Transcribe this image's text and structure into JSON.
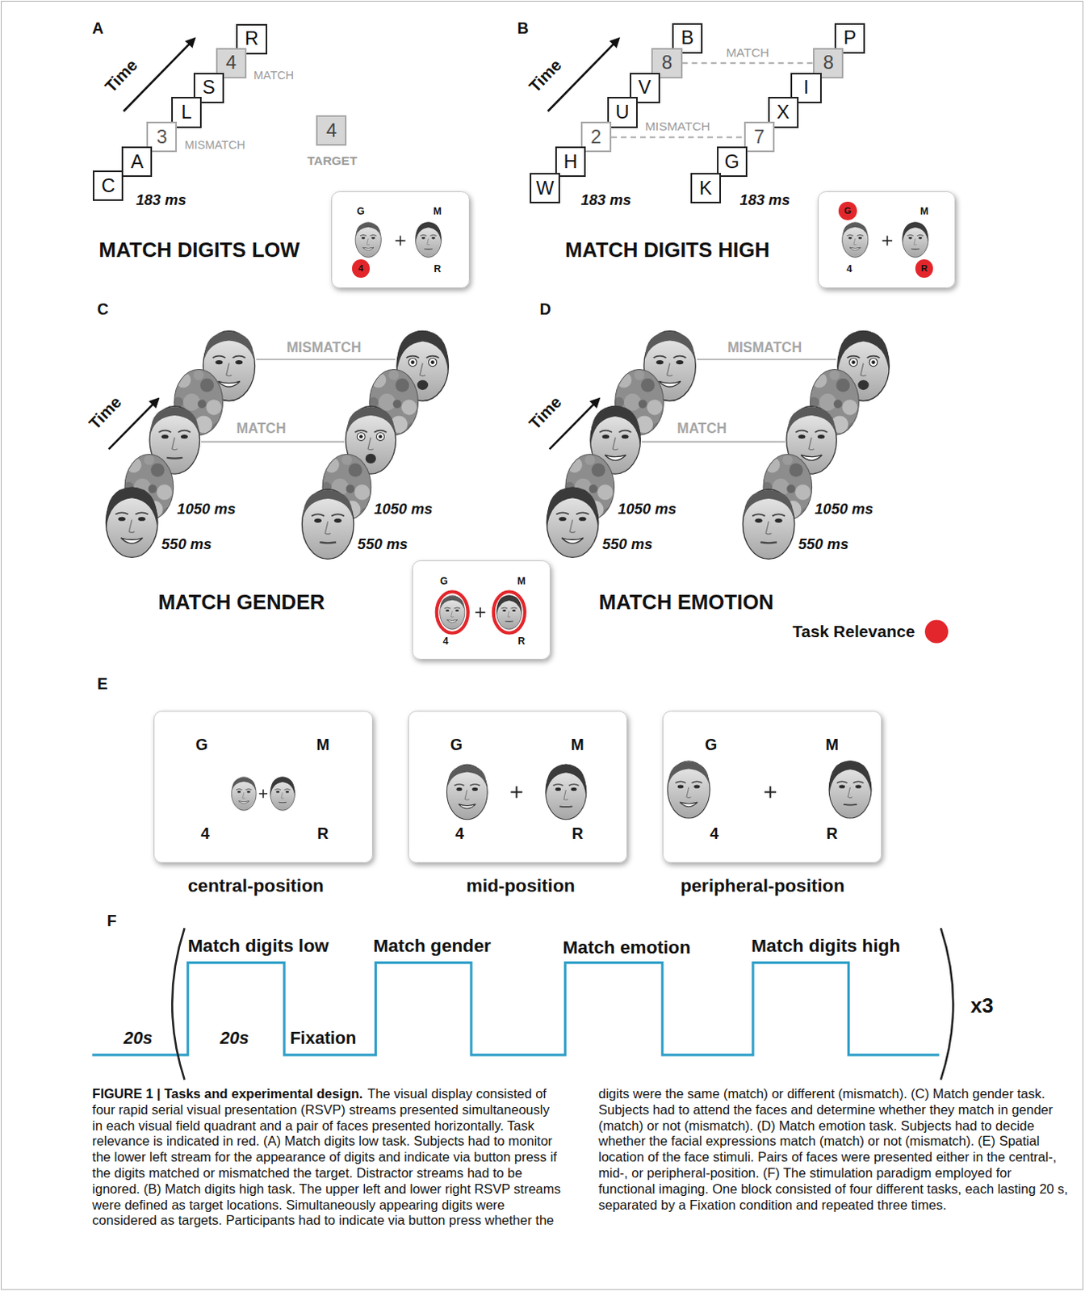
{
  "diagram": {
    "title": "FIGURE 1 | Tasks and experimental design.",
    "caption": "The visual display consisted of four rapid serial visual presentation (RSVP) streams presented simultaneously in each visual field quadrant and a pair of faces presented horizontally. Task relevance is indicated in red. (A) Match digits low task. Subjects had to monitor the lower left stream for the appearance of digits and indicate via button press if the digits matched or mismatched the target. Distractor streams had to be ignored. (B) Match digits high task. The upper left and lower right RSVP streams were defined as target locations. Simultaneously appearing digits were considered as targets. Participants had to indicate via button press whether the digits were the same (match) or different (mismatch). (C) Match gender task. Subjects had to attend the faces and determine whether they match in gender (match) or not (mismatch). (D) Match emotion task. Subjects had to decide whether the facial expressions match (match) or not (mismatch). (E) Spatial location of the face stimuli. Pairs of faces were presented either in the central-, mid-, or peripheral-position. (F) The stimulation paradigm employed for functional imaging. One block consisted of four different tasks, each lasting 20 s, separated by a Fixation condition and repeated three times.",
    "nodes": [
      {
        "text": [
          "C"
        ]
      },
      {
        "text": [
          "A"
        ]
      },
      {
        "text": [
          "3"
        ]
      },
      {
        "text": [
          "L"
        ]
      },
      {
        "text": [
          "S"
        ]
      },
      {
        "text": [
          "4"
        ]
      },
      {
        "text": [
          "R"
        ]
      },
      {
        "text": [
          "4"
        ]
      },
      {
        "text": [
          "G",
          "M",
          "R"
        ]
      },
      {
        "text": [
          "4"
        ],
        "in": 8
      },
      {
        "text": [
          "W"
        ]
      },
      {
        "text": [
          "H"
        ]
      },
      {
        "text": [
          "2"
        ]
      },
      {
        "text": [
          "U"
        ]
      },
      {
        "text": [
          "V"
        ]
      },
      {
        "text": [
          "8"
        ]
      },
      {
        "text": [
          "B"
        ]
      },
      {
        "text": [
          "K"
        ]
      },
      {
        "text": [
          "G"
        ]
      },
      {
        "text": [
          "7"
        ]
      },
      {
        "text": [
          "X"
        ]
      },
      {
        "text": [
          "I"
        ]
      },
      {
        "text": [
          "8"
        ]
      },
      {
        "text": [
          "P"
        ]
      },
      {
        "text": [
          "M",
          "4"
        ]
      },
      {
        "text": [
          "G"
        ],
        "in": 24
      },
      {
        "text": [
          "R"
        ],
        "in": 24
      },
      {
        "text": [
          "G",
          "M",
          "4",
          "R"
        ]
      },
      {
        "text": [
          "G",
          "M",
          "4",
          "R"
        ]
      },
      {
        "text": [
          "G",
          "M",
          "4",
          "R"
        ]
      },
      {
        "text": [
          "G",
          "M",
          "4",
          "R"
        ]
      }
    ],
    "edges": [
      {
        "from": 12,
        "to": 19,
        "label": "MISMATCH",
        "arrow": "none"
      },
      {
        "from": 15,
        "to": 22,
        "label": "MATCH",
        "arrow": "none"
      }
    ],
    "labels": [
      "A",
      "Time",
      "MISMATCH",
      "MATCH",
      "183 ms",
      "TARGET",
      "MATCH DIGITS LOW",
      "B",
      "Time",
      "183 ms",
      "183 ms",
      "MATCH DIGITS HIGH",
      "C",
      "Time",
      "MISMATCH",
      "MATCH",
      "1050 ms",
      "550 ms",
      "1050 ms",
      "550 ms",
      "MATCH GENDER",
      "D",
      "Time",
      "MISMATCH",
      "MATCH",
      "1050 ms",
      "550 ms",
      "1050 ms",
      "550 ms",
      "MATCH EMOTION",
      "E",
      "central-position",
      "mid-position",
      "peripheral-position",
      "F",
      "Match digits low",
      "Match gender",
      "Match emotion",
      "Match digits high",
      "20s",
      "20s",
      "Fixation",
      "x3"
    ],
    "legend": [
      {
        "text": "Task Relevance",
        "color": "#e3262b"
      }
    ]
  }
}
